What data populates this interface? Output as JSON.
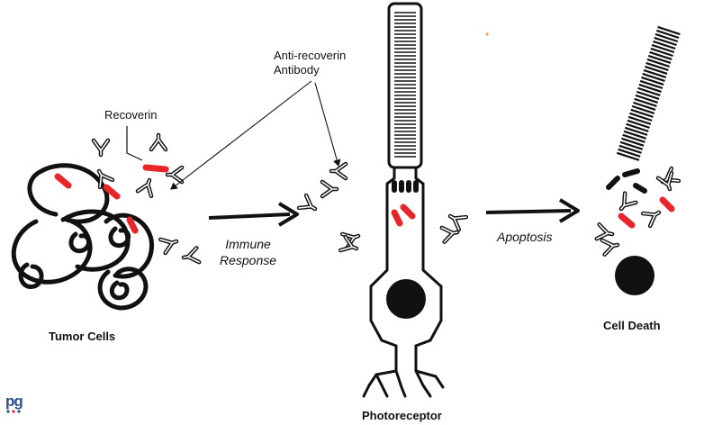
{
  "labels": {
    "recoverin": "Recoverin",
    "antibody": "Anti-recoverin\nAntibody",
    "immune_response": "Immune\nResponse",
    "apoptosis": "Apoptosis",
    "tumor_cells": "Tumor Cells",
    "photoreceptor": "Photoreceptor",
    "cell_death": "Cell Death"
  },
  "logo": {
    "text": "pg"
  },
  "colors": {
    "recoverin": "#e8262a",
    "ink": "#111111",
    "logo": "#2d4f8a",
    "logo_accent": "#e8262a"
  }
}
